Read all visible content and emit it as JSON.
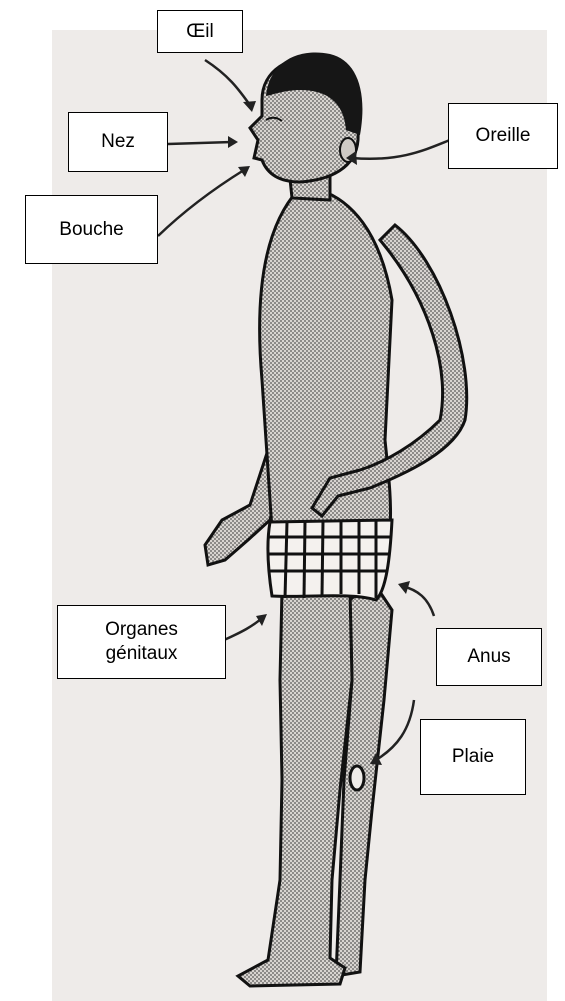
{
  "labels": {
    "oeil": "Œil",
    "nez": "Nez",
    "oreille": "Oreille",
    "bouche": "Bouche",
    "organes_genitaux": "Organes\ngénitaux",
    "anus": "Anus",
    "plaie": "Plaie"
  },
  "colors": {
    "paper": "#eeebe9",
    "skin_fill": "#b7b2ad",
    "outline": "#111111",
    "hair": "#161616"
  }
}
